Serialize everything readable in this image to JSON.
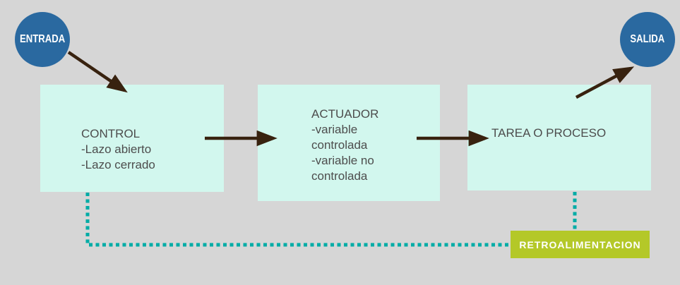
{
  "colors": {
    "background": "#d6d6d6",
    "node_fill": "#d2f7ee",
    "terminal_fill": "#2a69a0",
    "terminal_text": "#ffffff",
    "arrow": "#38220f",
    "feedback_line": "#00aca6",
    "feedback_fill": "#b4c828",
    "text": "#4d4d4d"
  },
  "terminals": {
    "entrada": {
      "label": "ENTRADA"
    },
    "salida": {
      "label": "SALIDA"
    }
  },
  "process_nodes": {
    "control": {
      "title": "CONTROL",
      "lines": [
        "-Lazo abierto",
        "-Lazo cerrado"
      ]
    },
    "actuador": {
      "title": "ACTUADOR",
      "lines": [
        "-variable",
        "controlada",
        "-variable no",
        "controlada"
      ]
    },
    "tarea": {
      "title": "TAREA O PROCESO"
    }
  },
  "feedback": {
    "label": "RETROALIMENTACION"
  },
  "edges": [
    {
      "from": "entrada",
      "to": "control",
      "style": "solid-arrow"
    },
    {
      "from": "control",
      "to": "actuador",
      "style": "solid-arrow"
    },
    {
      "from": "actuador",
      "to": "tarea",
      "style": "solid-arrow"
    },
    {
      "from": "tarea",
      "to": "salida",
      "style": "solid-arrow"
    },
    {
      "from": "control",
      "to": "retroalimentacion",
      "style": "dotted"
    },
    {
      "from": "tarea",
      "to": "retroalimentacion",
      "style": "dotted"
    }
  ]
}
